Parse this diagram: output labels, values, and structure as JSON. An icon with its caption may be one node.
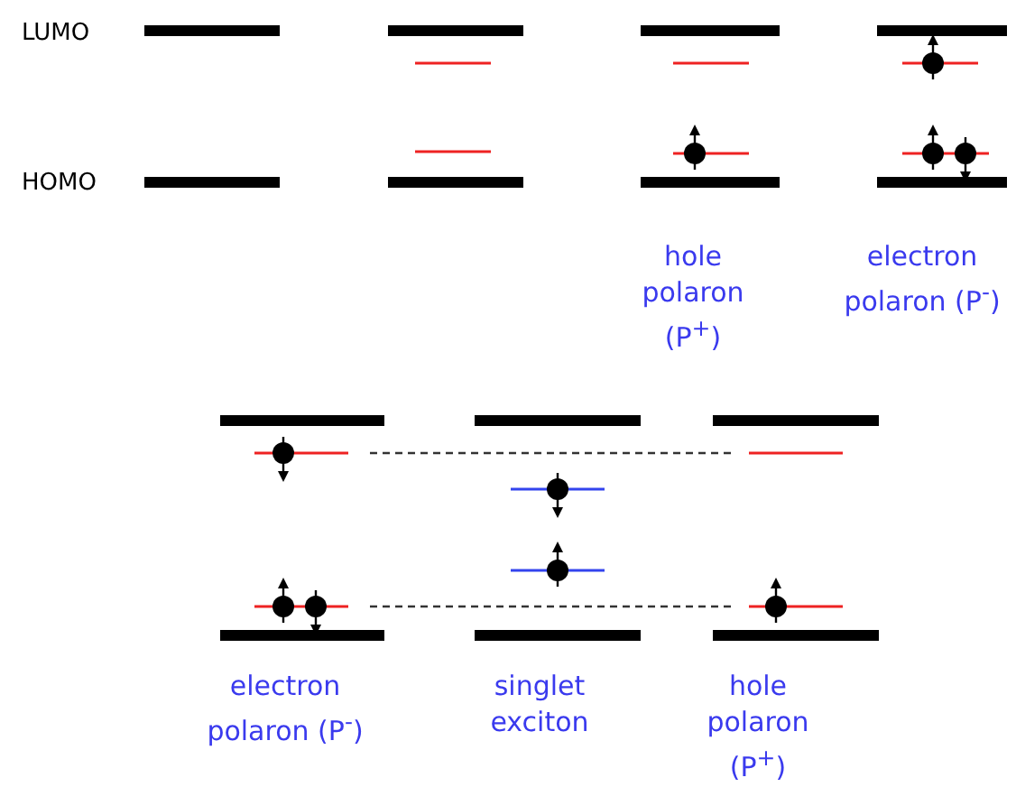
{
  "diagram": {
    "labels": [
      "LUMO",
      "HOMO",
      "hole polaron (P$^{+}$)",
      "electron polaron (P$^{-}$)",
      "electron polaron (P$^{-}$)",
      "singlet exciton",
      "hole polaron (P$^{+}$)"
    ]
  }
}
